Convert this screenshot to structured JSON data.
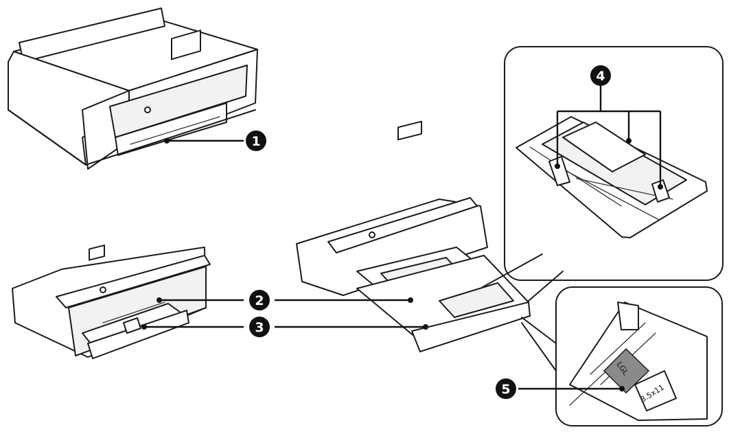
{
  "callouts": [
    {
      "id": "callout-1",
      "number": "1"
    },
    {
      "id": "callout-2",
      "number": "2"
    },
    {
      "id": "callout-3",
      "number": "3"
    },
    {
      "id": "callout-4",
      "number": "4"
    },
    {
      "id": "callout-5",
      "number": "5"
    }
  ],
  "paper_size_marks": {
    "legal": "LGL",
    "letter": "8.5x11"
  }
}
